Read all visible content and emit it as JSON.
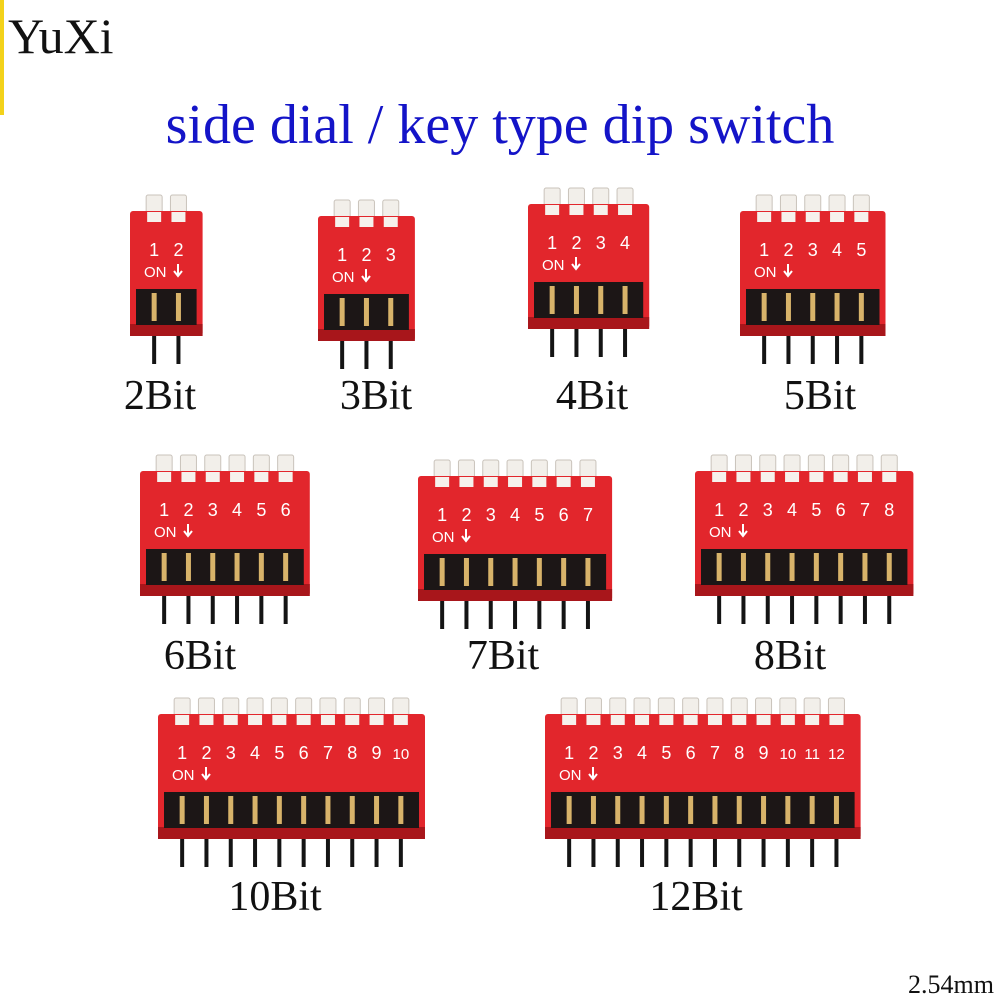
{
  "brand": "YuXi",
  "headline": "side dial / key type dip switch",
  "pitch_label": "2.54mm",
  "colors": {
    "body_red": "#e2262c",
    "body_dark": "#a8161b",
    "key_white": "#f2efea",
    "pin_black": "#141414",
    "pin_gold": "#d8b36a",
    "headline_blue": "#1414c8"
  },
  "switches": [
    {
      "bits": 2,
      "label": "2Bit",
      "numbers": [
        "1",
        "2"
      ],
      "on_label": "ON"
    },
    {
      "bits": 3,
      "label": "3Bit",
      "numbers": [
        "1",
        "2",
        "3"
      ],
      "on_label": "ON"
    },
    {
      "bits": 4,
      "label": "4Bit",
      "numbers": [
        "1",
        "2",
        "3",
        "4"
      ],
      "on_label": "ON"
    },
    {
      "bits": 5,
      "label": "5Bit",
      "numbers": [
        "1",
        "2",
        "3",
        "4",
        "5"
      ],
      "on_label": "ON"
    },
    {
      "bits": 6,
      "label": "6Bit",
      "numbers": [
        "1",
        "2",
        "3",
        "4",
        "5",
        "6"
      ],
      "on_label": "ON"
    },
    {
      "bits": 7,
      "label": "7Bit",
      "numbers": [
        "1",
        "2",
        "3",
        "4",
        "5",
        "6",
        "7"
      ],
      "on_label": "ON"
    },
    {
      "bits": 8,
      "label": "8Bit",
      "numbers": [
        "1",
        "2",
        "3",
        "4",
        "5",
        "6",
        "7",
        "8"
      ],
      "on_label": "ON"
    },
    {
      "bits": 10,
      "label": "10Bit",
      "numbers": [
        "1",
        "2",
        "3",
        "4",
        "5",
        "6",
        "7",
        "8",
        "9",
        "10"
      ],
      "on_label": "ON"
    },
    {
      "bits": 12,
      "label": "12Bit",
      "numbers": [
        "1",
        "2",
        "3",
        "4",
        "5",
        "6",
        "7",
        "8",
        "9",
        "10",
        "11",
        "12"
      ],
      "on_label": "ON"
    }
  ]
}
